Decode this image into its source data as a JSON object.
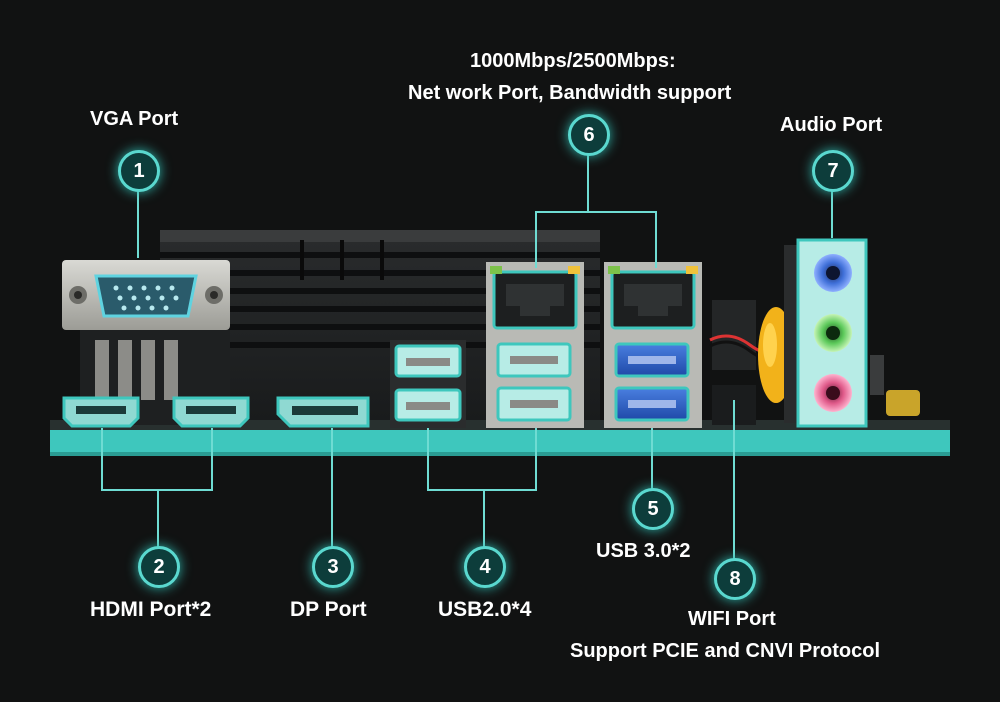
{
  "colors": {
    "background": "#111212",
    "accent": "#3ec7bd",
    "badge_fill": "#0d3d3b",
    "text": "#ffffff"
  },
  "callouts": [
    {
      "number": "1",
      "label": "VGA Port"
    },
    {
      "number": "2",
      "label": "HDMI Port*2"
    },
    {
      "number": "3",
      "label": "DP Port"
    },
    {
      "number": "4",
      "label": "USB2.0*4"
    },
    {
      "number": "5",
      "label": "USB 3.0*2"
    },
    {
      "number": "6",
      "label_line1": "1000Mbps/2500Mbps:",
      "label_line2": "Net work Port, Bandwidth support"
    },
    {
      "number": "7",
      "label": "Audio Port"
    },
    {
      "number": "8",
      "label_line1": "WIFI Port",
      "label_line2": "Support PCIE and CNVI Protocol"
    }
  ]
}
